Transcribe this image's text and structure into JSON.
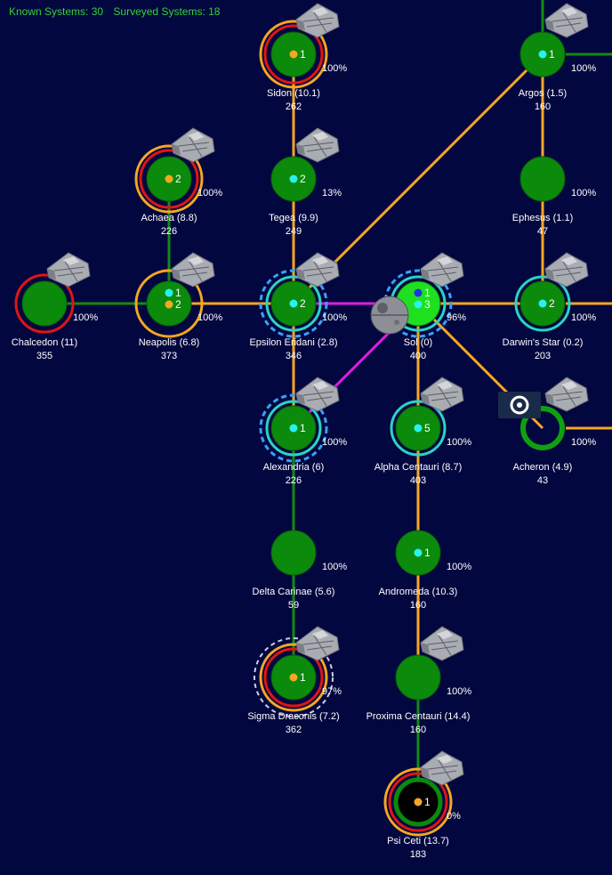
{
  "header": {
    "known_label": "Known Systems: 30",
    "surveyed_label": "Surveyed Systems: 18"
  },
  "colors": {
    "background": "#03073f",
    "planet": "#0b8a0b",
    "planet_home": "#1fe01f",
    "route_supply": "#f5a623",
    "route_local": "#138a13",
    "route_fleet": "#e21ce0",
    "ring_red": "#e01515",
    "ring_orange": "#f5a623",
    "ring_teal": "#2bd3c4",
    "ring_blue_dash": "#3aa0ff",
    "text": "#ffffff",
    "header_text": "#36d13a"
  },
  "systems": [
    {
      "id": "sidon",
      "name": "Sidon",
      "dist": "(10.1)",
      "value": "262",
      "pct": "100%",
      "count": "1",
      "dot": "orange",
      "rings": [
        "orange",
        "red"
      ],
      "ship": true
    },
    {
      "id": "argos",
      "name": "Argos",
      "dist": "(1.5)",
      "value": "160",
      "pct": "100%",
      "count": "1",
      "dot": "cyan",
      "rings": [],
      "ship": true
    },
    {
      "id": "achaea",
      "name": "Achaea",
      "dist": "(8.8)",
      "value": "226",
      "pct": "100%",
      "count": "2",
      "dot": "orange",
      "rings": [
        "orange",
        "red"
      ],
      "ship": true
    },
    {
      "id": "tegea",
      "name": "Tegea",
      "dist": "(9.9)",
      "value": "249",
      "pct": "13%",
      "count": "2",
      "dot": "cyan",
      "rings": [],
      "ship": true
    },
    {
      "id": "ephesus",
      "name": "Ephesus",
      "dist": "(1.1)",
      "value": "47",
      "pct": "100%",
      "count": "",
      "dot": "",
      "rings": [],
      "ship": false
    },
    {
      "id": "chalcedon",
      "name": "Chalcedon",
      "dist": "(11)",
      "value": "355",
      "pct": "100%",
      "count": "",
      "dot": "",
      "rings": [
        "red"
      ],
      "ship": true
    },
    {
      "id": "neapolis",
      "name": "Neapolis",
      "dist": "(6.8)",
      "value": "373",
      "pct": "100%",
      "count": "1",
      "count2": "2",
      "dot": "cyan",
      "dot2": "orange",
      "rings": [
        "orange"
      ],
      "ship": true
    },
    {
      "id": "epsilon",
      "name": "Epsilon Eridani",
      "dist": "(2.8)",
      "value": "346",
      "pct": "100%",
      "count": "2",
      "dot": "cyan",
      "rings": [
        "teal",
        "bluedash"
      ],
      "ship": true
    },
    {
      "id": "sol",
      "name": "Sol",
      "dist": "(0)",
      "value": "400",
      "pct": "96%",
      "count": "1",
      "count2": "3",
      "dot": "blue",
      "dot2": "cyan",
      "rings": [
        "teal",
        "bluedash"
      ],
      "ship": true,
      "home": true
    },
    {
      "id": "darwin",
      "name": "Darwin's Star",
      "dist": "(0.2)",
      "value": "203",
      "pct": "100%",
      "count": "2",
      "dot": "cyan",
      "rings": [
        "teal"
      ],
      "ship": true
    },
    {
      "id": "alexandria",
      "name": "Alexandria",
      "dist": "(6)",
      "value": "226",
      "pct": "100%",
      "count": "1",
      "dot": "cyan",
      "rings": [
        "teal",
        "bluedash"
      ],
      "ship": true
    },
    {
      "id": "alphacen",
      "name": "Alpha Centauri",
      "dist": "(8.7)",
      "value": "403",
      "pct": "100%",
      "count": "5",
      "dot": "cyan",
      "rings": [
        "teal"
      ],
      "ship": true
    },
    {
      "id": "acheron",
      "name": "Acheron",
      "dist": "(4.9)",
      "value": "43",
      "pct": "100%",
      "count": "",
      "dot": "",
      "rings": [],
      "ship": true,
      "hollow": true
    },
    {
      "id": "deltacar",
      "name": "Delta Carinae",
      "dist": "(5.6)",
      "value": "59",
      "pct": "100%",
      "count": "",
      "dot": "",
      "rings": [],
      "ship": false
    },
    {
      "id": "andromeda",
      "name": "Andromeda",
      "dist": "(10.3)",
      "value": "160",
      "pct": "100%",
      "count": "1",
      "dot": "cyan",
      "rings": [],
      "ship": false
    },
    {
      "id": "sigma",
      "name": "Sigma Draconis",
      "dist": "(7.2)",
      "value": "362",
      "pct": "97%",
      "count": "1",
      "dot": "orange",
      "rings": [
        "orange",
        "red",
        "whitedash"
      ],
      "ship": true
    },
    {
      "id": "proxima",
      "name": "Proxima Centauri",
      "dist": "(14.4)",
      "value": "160",
      "pct": "100%",
      "count": "",
      "dot": "",
      "rings": [],
      "ship": true
    },
    {
      "id": "psiceti",
      "name": "Psi Ceti",
      "dist": "(13.7)",
      "value": "183",
      "pct": "0%",
      "count": "1",
      "dot": "orange",
      "rings": [
        "orange",
        "red"
      ],
      "ship": true,
      "hollow": true
    }
  ],
  "routes": [
    {
      "a": "sidon",
      "b": "tegea",
      "kind": "supply"
    },
    {
      "a": "tegea",
      "b": "epsilon",
      "kind": "supply"
    },
    {
      "a": "argos",
      "b": "ephesus",
      "kind": "supply"
    },
    {
      "a": "ephesus",
      "b": "darwin",
      "kind": "supply"
    },
    {
      "a": "argos",
      "b": "epsilon",
      "kind": "supply"
    },
    {
      "a": "achaea",
      "b": "neapolis",
      "kind": "local"
    },
    {
      "a": "chalcedon",
      "b": "neapolis",
      "kind": "local"
    },
    {
      "a": "neapolis",
      "b": "epsilon",
      "kind": "supply"
    },
    {
      "a": "epsilon",
      "b": "sol",
      "kind": "fleet"
    },
    {
      "a": "sol",
      "b": "darwin",
      "kind": "supply"
    },
    {
      "a": "epsilon",
      "b": "alexandria",
      "kind": "supply"
    },
    {
      "a": "sol",
      "b": "alexandria",
      "kind": "fleet"
    },
    {
      "a": "sol",
      "b": "alphacen",
      "kind": "supply"
    },
    {
      "a": "sol",
      "b": "acheron",
      "kind": "supply"
    },
    {
      "a": "alexandria",
      "b": "deltacar",
      "kind": "local"
    },
    {
      "a": "deltacar",
      "b": "sigma",
      "kind": "local"
    },
    {
      "a": "alphacen",
      "b": "andromeda",
      "kind": "supply"
    },
    {
      "a": "andromeda",
      "b": "proxima",
      "kind": "supply"
    },
    {
      "a": "proxima",
      "b": "psiceti",
      "kind": "local"
    }
  ]
}
